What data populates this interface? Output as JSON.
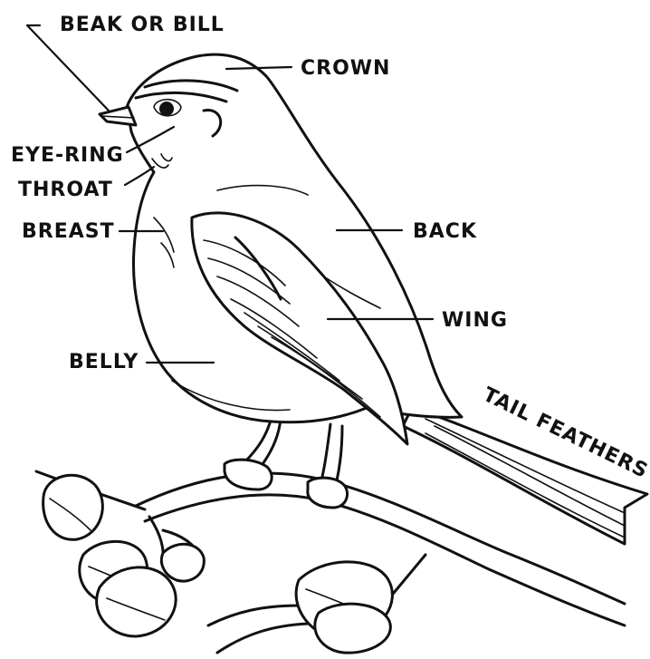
{
  "labels": {
    "beak": "BEAK OR BILL",
    "crown": "CROWN",
    "eye_ring": "EYE-RING",
    "throat": "THROAT",
    "breast": "BREAST",
    "back": "BACK",
    "wing": "WING",
    "belly": "BELLY",
    "tail": "TAIL FEATHERS"
  }
}
